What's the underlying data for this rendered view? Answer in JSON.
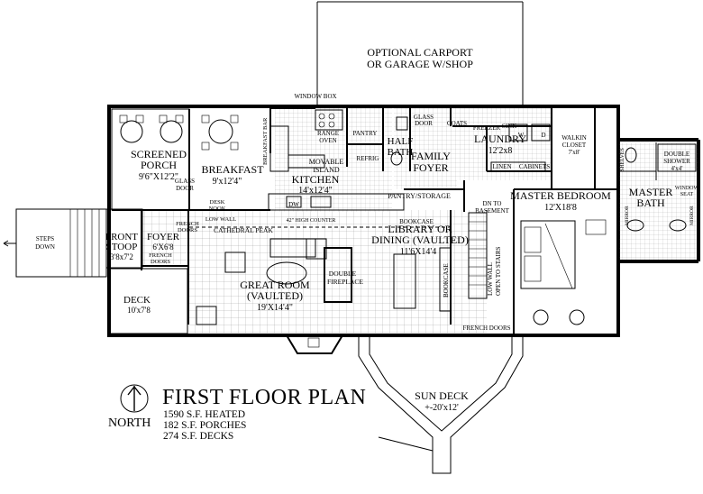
{
  "plan": {
    "title": "FIRST FLOOR PLAN",
    "north": "NORTH",
    "stats": [
      "1590 S.F. HEATED",
      "182 S.F. PORCHES",
      "274 S.F. DECKS"
    ]
  },
  "labels": {
    "carport": [
      "OPTIONAL CARPORT",
      "OR GARAGE W/SHOP"
    ],
    "window_box": "WINDOW BOX",
    "breakfast_bar": "BREAKFAST BAR",
    "range_oven": [
      "RANGE",
      "OVEN"
    ],
    "pantry": "PANTRY",
    "refrig": "REFRIG",
    "half_bath": [
      "HALF",
      "BATH"
    ],
    "glass_door_top": [
      "GLASS",
      "DOOR"
    ],
    "coats": "COATS",
    "freezer": "FREEZER",
    "sink": "SINK",
    "w": "W",
    "d": "D",
    "laundry": [
      "LAUNDRY",
      "12'2x8"
    ],
    "walkin_closet": [
      "WALKIN",
      "CLOSET",
      "7'x8'"
    ],
    "shelves": "SHELVES",
    "double_shower": [
      "DOUBLE",
      "SHOWER",
      "4'x4'"
    ],
    "family_foyer": [
      "FAMILY",
      "FOYER"
    ],
    "linen": "LINEN",
    "cabinets": "CABINETS",
    "screened_porch": [
      "SCREENED",
      "PORCH",
      "9'6\"X12'2\""
    ],
    "breakfast": [
      "BREAKFAST",
      "9'x12'4\""
    ],
    "movable_island": [
      "MOVABLE",
      "ISLAND"
    ],
    "kitchen": [
      "KITCHEN",
      "14'x12'4\""
    ],
    "glass_door_porch": [
      "GLASS",
      "DOOR"
    ],
    "pantry_storage": "PANTRY/STORAGE",
    "dn_to_basement": [
      "DN TO",
      "BASEMENT"
    ],
    "master_bedroom": [
      "MASTER BEDROOM",
      "12'X18'8"
    ],
    "master_bath": [
      "MASTER",
      "BATH"
    ],
    "window_seat": [
      "WINDOW",
      "SEAT"
    ],
    "mirror_left": "MIRROR",
    "mirror_right": "MIRROR",
    "desk_nook": [
      "DESK",
      "NOOK"
    ],
    "low_wall_top": "LOW WALL",
    "high_counter": "42\" HIGH COUNTER",
    "dw": "DW",
    "bookcase_top": "BOOKCASE",
    "library": [
      "LIBRARY OR",
      "DINING (VAULTED)",
      "11'6X14'4"
    ],
    "steps_down": [
      "STEPS",
      "DOWN"
    ],
    "front_stoop": [
      "FRONT",
      "STOOP",
      "3'8x7'2"
    ],
    "foyer": [
      "FOYER",
      "6'X6'8",
      "FRENCH",
      "DOORS"
    ],
    "french_doors_left": [
      "FRENCH",
      "DOORS"
    ],
    "cathedral_peak": "CATHEDRAL PEAK",
    "deck": [
      "DECK",
      "10'x7'8"
    ],
    "great_room": [
      "GREAT ROOM",
      "(VAULTED)",
      "19'X14'4\""
    ],
    "double_fireplace": [
      "DOUBLE",
      "FIREPLACE"
    ],
    "bookcase_side": "BOOKCASE",
    "low_wall_stairs": [
      "LOW WALL",
      "OPEN TO STAIRS"
    ],
    "french_doors_bottom": "FRENCH DOORS",
    "sun_deck": [
      "SUN DECK",
      "+-20'x12'"
    ]
  }
}
